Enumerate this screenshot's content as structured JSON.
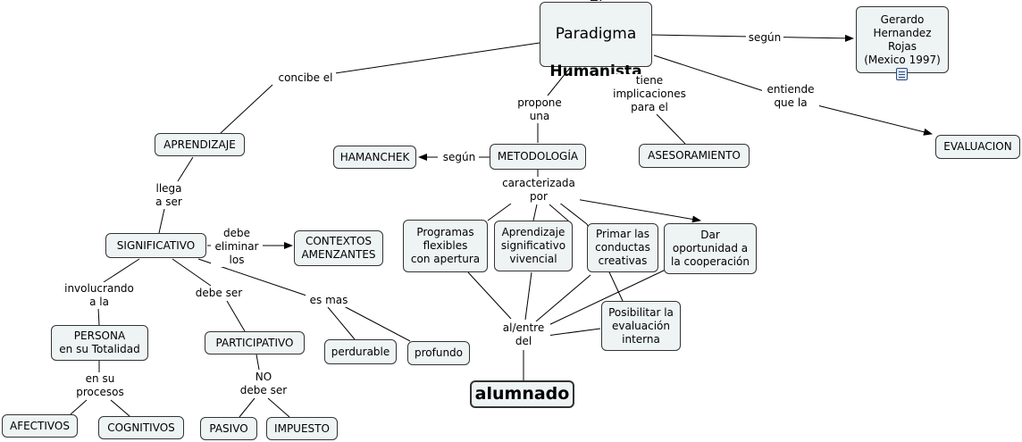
{
  "nodes": {
    "main_title": {
      "line1": "El",
      "line2": "Paradigma",
      "line3": "Humanista"
    },
    "gerardo": "Gerardo\nHernandez\nRojas\n(Mexico 1997)",
    "aprendizaje": "APRENDIZAJE",
    "hamanchek": "HAMANCHEK",
    "metodologia": "METODOLOGÍA",
    "asesoramiento": "ASESORAMIENTO",
    "evaluacion": "EVALUACION",
    "significativo": "SIGNIFICATIVO",
    "contextos": "CONTEXTOS\nAMENZANTES",
    "programas": "Programas\nflexibles\ncon apertura",
    "aprendizaje_sig": "Aprendizaje\nsignificativo\nvivencial",
    "primar": "Primar las\nconductas\ncreativas",
    "dar": "Dar\noportunidad a\nla cooperación",
    "persona": "PERSONA\nen su Totalidad",
    "participativo": "PARTICIPATIVO",
    "posibilitar": "Posibilitar la\nevaluación\ninterna",
    "perdurable": "perdurable",
    "profundo": "profundo",
    "alumnado": "alumnado",
    "afectivos": "AFECTIVOS",
    "cognitivos": "COGNITIVOS",
    "pasivo": "PASIVO",
    "impuesto": "IMPUESTO"
  },
  "links": {
    "segun_top": "según",
    "concibe": "concibe el",
    "tiene": "tiene\nimplicaciones\npara el",
    "entiende": "entiende\nque la",
    "propone": "propone\nuna",
    "segun_mid": "según",
    "llega": "llega\na ser",
    "caracterizada": "caracterizada\npor",
    "debe_eliminar": "debe\neliminar\nlos",
    "involucrando": "involucrando\na la",
    "debe_ser": "debe ser",
    "es_mas": "es mas",
    "al_entre": "al/entre\ndel",
    "en_su": "en su\nprocesos",
    "no_debe": "NO\ndebe ser"
  },
  "icons": {
    "resource": "document-icon"
  },
  "colors": {
    "node_fill": "#eef3f4",
    "border": "#333333",
    "line": "#000000"
  }
}
